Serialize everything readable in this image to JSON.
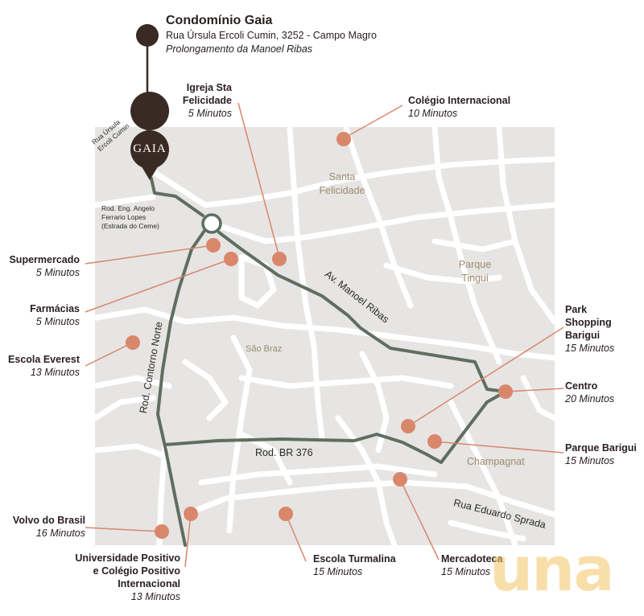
{
  "header": {
    "name": "Condomínio Gaia",
    "address": "Rua Úrsula Ercoli Cumin, 3252 - Campo Magro",
    "note": "Prolongamento da Manoel Ribas"
  },
  "marker_logo": "GAIA",
  "colors": {
    "map_bg": "#e6e5e3",
    "street": "#ffffff",
    "route": "#5f6e61",
    "poi": "#d9876b",
    "pin": "#3a2a24",
    "leader": "#d9876b"
  },
  "places": {
    "santa_felicidade": [
      "Santa",
      "Felicidade"
    ],
    "parque_tingui": [
      "Parque",
      "Tingui"
    ],
    "sao_braz": "São Braz",
    "champagnat": "Champagnat"
  },
  "roads": {
    "rua_ursula": [
      "Rua Úrsula",
      "Ercoli Cumin"
    ],
    "rod_eng": [
      "Rod. Eng. Angelo",
      "Ferrario Lopes",
      "(Estrada do Ceme)"
    ],
    "manoel_ribas": "Av. Manoel Ribas",
    "contorno_norte": "Rod. Contorno Norte",
    "br376": "Rod. BR 376",
    "eduardo_sprada": "Rua Eduardo Sprada"
  },
  "pois": [
    {
      "id": "igreja",
      "name": [
        "Igreja Sta",
        "Felicidade"
      ],
      "time": "5 Minutos"
    },
    {
      "id": "colegio_int",
      "name": [
        "Colégio Internacional"
      ],
      "time": "10 Minutos"
    },
    {
      "id": "supermercado",
      "name": [
        "Supermercado"
      ],
      "time": "5 Minutos"
    },
    {
      "id": "farmacias",
      "name": [
        "Farmácias"
      ],
      "time": "5 Minutos"
    },
    {
      "id": "everest",
      "name": [
        "Escola Everest"
      ],
      "time": "13 Minutos"
    },
    {
      "id": "park_shopping",
      "name": [
        "Park",
        "Shopping",
        "Barigui"
      ],
      "time": "15 Minutos"
    },
    {
      "id": "centro",
      "name": [
        "Centro"
      ],
      "time": "20 Minutos"
    },
    {
      "id": "parque_barigui",
      "name": [
        "Parque Barigui"
      ],
      "time": "15 Minutos"
    },
    {
      "id": "volvo",
      "name": [
        "Volvo do Brasil"
      ],
      "time": "16 Minutos"
    },
    {
      "id": "up",
      "name": [
        "Universidade Positivo",
        "e Colégio Positivo",
        "Internacional"
      ],
      "time": "13 Minutos"
    },
    {
      "id": "turmalina",
      "name": [
        "Escola Turmalina"
      ],
      "time": "15 Minutos"
    },
    {
      "id": "mercadoteca",
      "name": [
        "Mercadoteca"
      ],
      "time": "15 Minutos"
    }
  ],
  "watermark": "una"
}
